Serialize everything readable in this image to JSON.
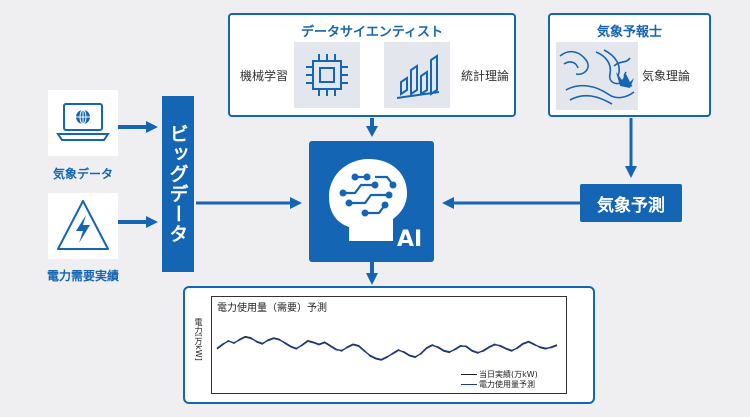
{
  "data_scientist": {
    "title": "データサイエンティスト",
    "left_label": "機械学習",
    "right_label": "統計理論"
  },
  "forecaster": {
    "title": "気象予報士",
    "label": "気象理論"
  },
  "inputs": {
    "weather_label": "気象データ",
    "power_label": "電力需要実績"
  },
  "big_data_label": "ビッグデータ",
  "weather_forecast_label": "気象予測",
  "ai_label": "AI",
  "chart": {
    "title": "電力使用量（需要）予測",
    "ylabel": "電力[万kW]",
    "legend": [
      "当日実績(万kW)",
      "電力使用量予測"
    ]
  },
  "colors": {
    "primary": "#1565b5",
    "background": "#efeff1",
    "actual_line": "#222222",
    "forecast_line": "#1a3d8f"
  },
  "chart_data": {
    "type": "line",
    "title": "電力使用量（需要）予測",
    "ylabel": "電力[万kW]",
    "xlabel": "",
    "ylim": [
      0,
      100
    ],
    "x": [
      0,
      1,
      2,
      3,
      4,
      5,
      6,
      7,
      8,
      9,
      10,
      11,
      12,
      13,
      14,
      15,
      16,
      17,
      18,
      19,
      20,
      21,
      22,
      23,
      24,
      25,
      26,
      27,
      28,
      29,
      30,
      31,
      32,
      33,
      34,
      35,
      36,
      37,
      38,
      39,
      40,
      41,
      42,
      43,
      44,
      45,
      46,
      47,
      48,
      49,
      50,
      51,
      52,
      53,
      54,
      55,
      56,
      57,
      58,
      59,
      60
    ],
    "series": [
      {
        "name": "当日実績(万kW)",
        "values": [
          50,
          56,
          62,
          58,
          64,
          68,
          66,
          60,
          57,
          63,
          66,
          64,
          58,
          53,
          50,
          56,
          62,
          60,
          57,
          60,
          55,
          50,
          47,
          53,
          57,
          55,
          48,
          40,
          36,
          34,
          38,
          44,
          49,
          45,
          40,
          38,
          44,
          52,
          56,
          52,
          47,
          45,
          50,
          55,
          53,
          47,
          44,
          48,
          53,
          57,
          54,
          50,
          47,
          52,
          58,
          61,
          57,
          52,
          50,
          53,
          56
        ]
      },
      {
        "name": "電力使用量予測",
        "values": [
          51,
          57,
          61,
          59,
          63,
          67,
          65,
          61,
          58,
          62,
          65,
          63,
          59,
          54,
          51,
          55,
          61,
          59,
          56,
          59,
          54,
          49,
          48,
          52,
          56,
          54,
          47,
          41,
          37,
          35,
          39,
          43,
          48,
          46,
          41,
          39,
          43,
          51,
          55,
          53,
          48,
          46,
          49,
          54,
          54,
          48,
          45,
          47,
          52,
          56,
          55,
          51,
          48,
          51,
          57,
          60,
          56,
          53,
          51,
          52,
          55
        ]
      }
    ]
  }
}
